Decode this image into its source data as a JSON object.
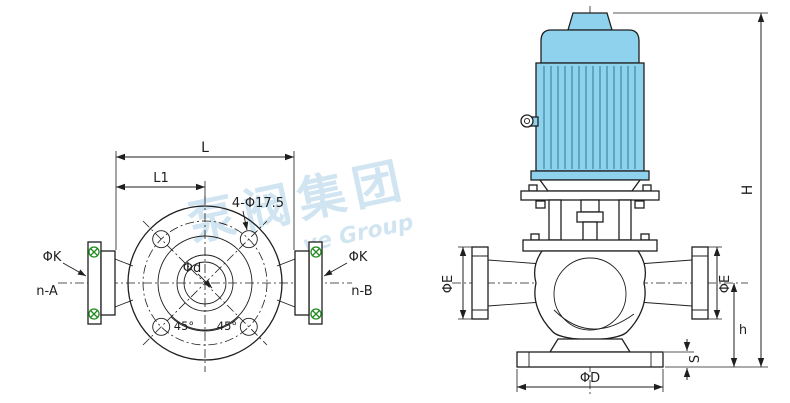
{
  "colors": {
    "line": "#1f1f1f",
    "motor_fill": "#8fd2ee",
    "fin_line": "#2e7899",
    "green_marker": "#1f8c1f",
    "watermark": "#a3cde4",
    "background": "#ffffff"
  },
  "watermark": {
    "cn": "泵阀集团",
    "en": "ve Group"
  },
  "top_view": {
    "dim_L": "L",
    "dim_L1": "L1",
    "bolt_callout": "4-Φ17.5",
    "phi_k_left": "ΦK",
    "phi_k_right": "ΦK",
    "n_a": "n-A",
    "n_b": "n-B",
    "phi_d": "Φd",
    "angle_left": "45°",
    "angle_right": "45°"
  },
  "front_view": {
    "dim_H": "H",
    "phi_e_left": "ΦE",
    "phi_e_right": "ΦE",
    "dim_h": "h",
    "dim_S": "S",
    "dim_phi_D": "ΦD"
  }
}
